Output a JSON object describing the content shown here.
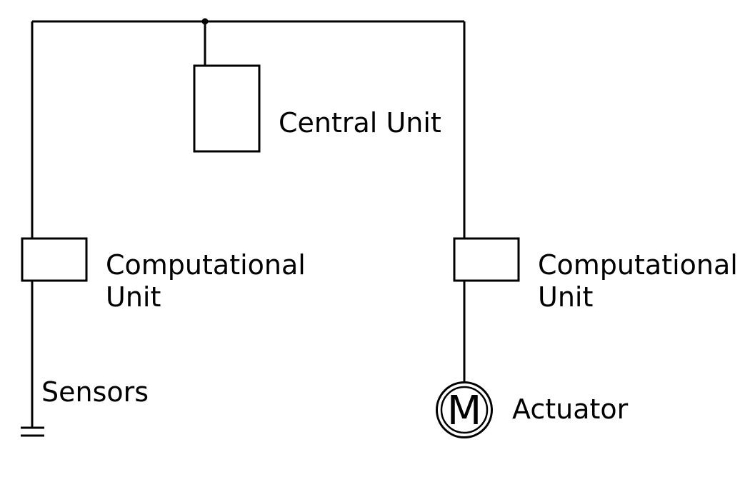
{
  "diagram": {
    "central_unit": {
      "label": "Central Unit"
    },
    "left_computational_unit": {
      "label_line1": "Computational",
      "label_line2": "Unit"
    },
    "right_computational_unit": {
      "label_line1": "Computational",
      "label_line2": "Unit"
    },
    "sensors": {
      "label": "Sensors"
    },
    "actuator": {
      "label": "Actuator",
      "symbol": "M"
    }
  },
  "colors": {
    "line": "#000000",
    "background": "#ffffff"
  }
}
